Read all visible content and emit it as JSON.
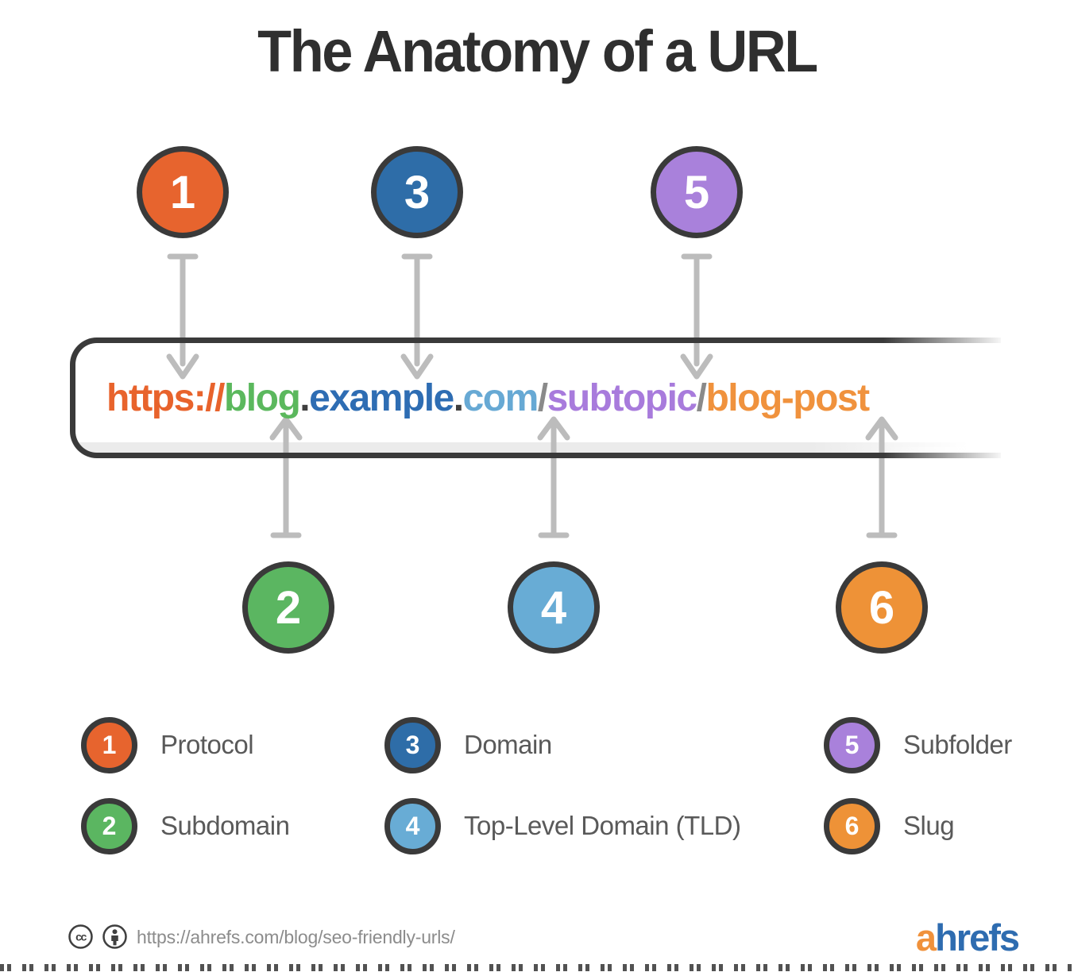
{
  "title": "The Anatomy of a URL",
  "url_display": {
    "full_url": "https://blog.example.com/subtopic/blog-post",
    "segments": [
      {
        "text": "https://",
        "color": "#E8632C",
        "part": "protocol"
      },
      {
        "text": "blog",
        "color": "#5BB85D",
        "part": "subdomain"
      },
      {
        "text": ".",
        "color": "#3F3F3F",
        "part": "separator"
      },
      {
        "text": "example",
        "color": "#2E6DB3",
        "part": "domain"
      },
      {
        "text": ".",
        "color": "#3F3F3F",
        "part": "separator"
      },
      {
        "text": "com",
        "color": "#67A9D4",
        "part": "tld"
      },
      {
        "text": "/",
        "color": "#8A8A8A",
        "part": "separator"
      },
      {
        "text": "subtopic",
        "color": "#A87BDC",
        "part": "subfolder"
      },
      {
        "text": "/",
        "color": "#8A8A8A",
        "part": "separator"
      },
      {
        "text": "blog-post",
        "color": "#F0923D",
        "part": "slug"
      }
    ]
  },
  "callouts": {
    "top": [
      {
        "number": "1",
        "color": "#E7642E"
      },
      {
        "number": "3",
        "color": "#2E6DA8"
      },
      {
        "number": "5",
        "color": "#A981DB"
      }
    ],
    "bottom": [
      {
        "number": "2",
        "color": "#5BB661"
      },
      {
        "number": "4",
        "color": "#68ACD5"
      },
      {
        "number": "6",
        "color": "#EE9237"
      }
    ]
  },
  "legend": {
    "items": [
      {
        "number": "1",
        "color": "#E7642E",
        "label": "Protocol"
      },
      {
        "number": "3",
        "color": "#2E6DA8",
        "label": "Domain"
      },
      {
        "number": "5",
        "color": "#A981DB",
        "label": "Subfolder"
      },
      {
        "number": "2",
        "color": "#5BB661",
        "label": "Subdomain"
      },
      {
        "number": "4",
        "color": "#68ACD5",
        "label": "Top-Level Domain (TLD)"
      },
      {
        "number": "6",
        "color": "#EE9237",
        "label": "Slug"
      }
    ]
  },
  "footer": {
    "license_icons": [
      "cc-icon",
      "attribution-icon"
    ],
    "source_url": "https://ahrefs.com/blog/seo-friendly-urls/",
    "logo_prefix": "a",
    "logo_suffix": "hrefs",
    "logo_prefix_color": "#F0913B",
    "logo_suffix_color": "#2E6CB0"
  },
  "colors": {
    "outline_dark": "#3A3A3A",
    "arrow_gray": "#BCBCBC",
    "title_text": "#2F2F2F",
    "legend_text": "#595959",
    "footer_text": "#8C8C8C"
  }
}
